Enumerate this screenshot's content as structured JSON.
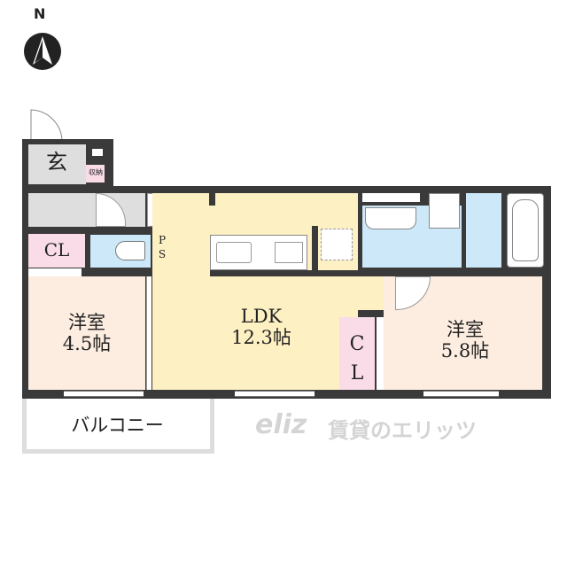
{
  "compass": {
    "label": "N",
    "icon": "north-arrow-icon"
  },
  "rooms": {
    "entrance": "玄",
    "storage": "収納",
    "cl_left": "CL",
    "ps": "PS",
    "western_small": {
      "name": "洋室",
      "size": "4.5帖"
    },
    "ldk": {
      "name": "LDK",
      "size": "12.3帖"
    },
    "cl_right": "CL",
    "western_large": {
      "name": "洋室",
      "size": "5.8帖"
    },
    "balcony": "バルコニー"
  },
  "watermark": {
    "logo": "eliz",
    "text": "賃貸のエリッツ"
  },
  "colors": {
    "wall": "#3b3a3a",
    "ldk": "#fdf0c2",
    "western": "#fdede0",
    "closet": "#f9dce8",
    "wet_area": "#cde8f8",
    "hall": "#dedede"
  }
}
